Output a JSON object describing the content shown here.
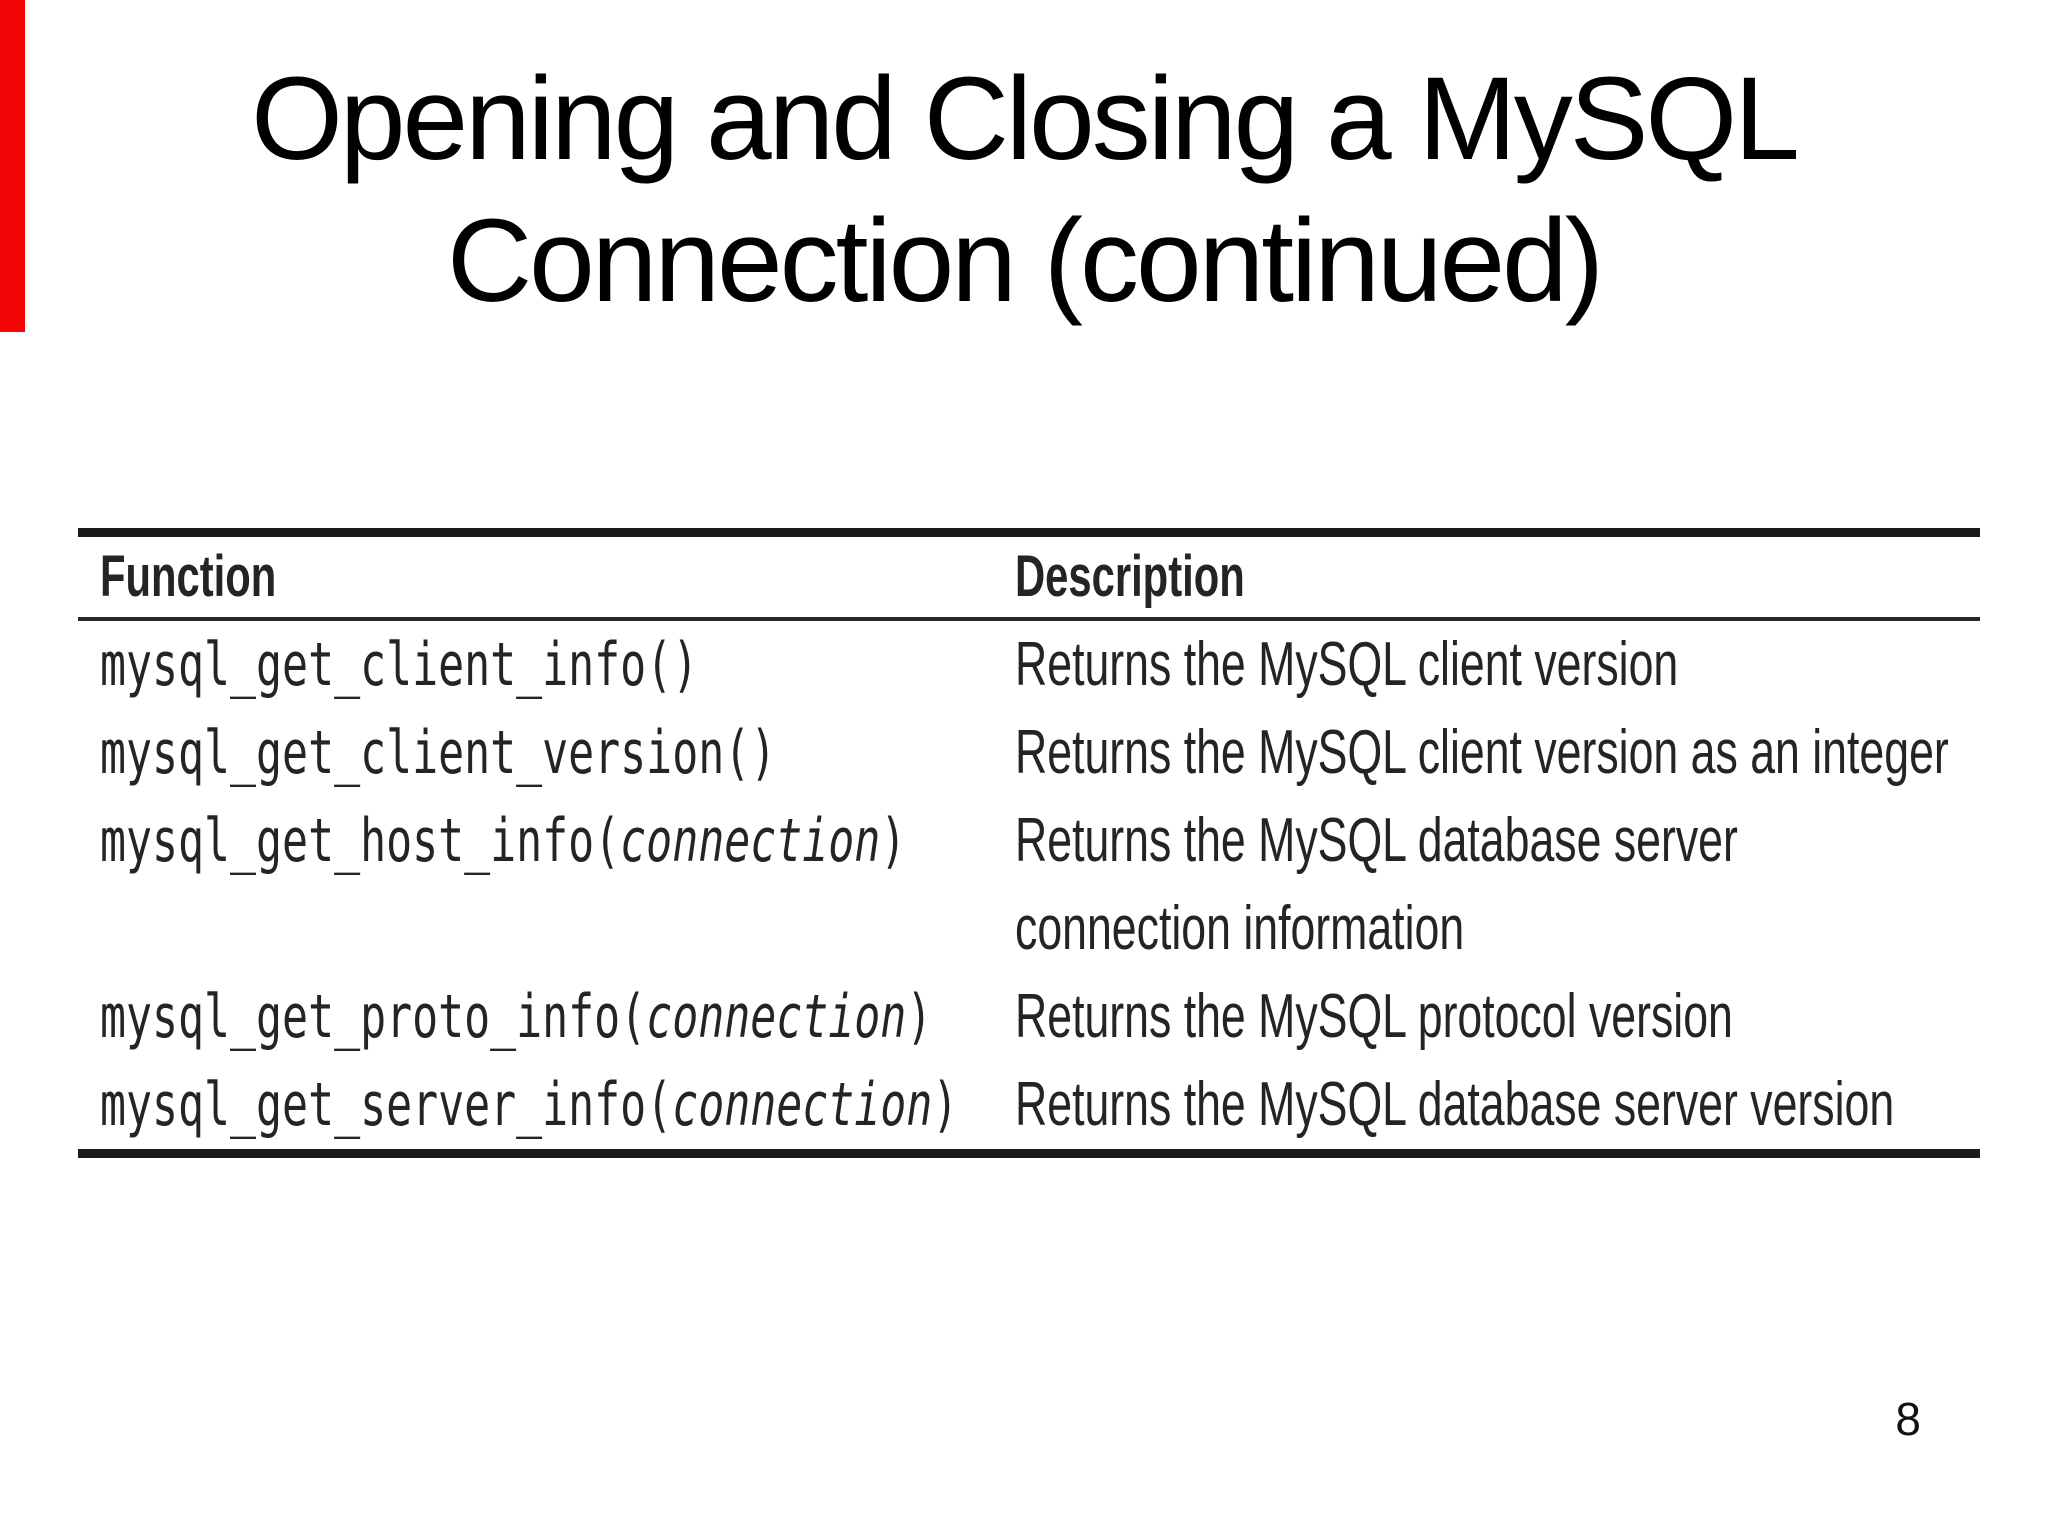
{
  "slide": {
    "title_line1": "Opening and Closing a MySQL",
    "title_line2": "Connection (continued)",
    "page_number": "8"
  },
  "colors": {
    "accent_bar": "#f40505",
    "title_text": "#000000",
    "body_text": "#242424",
    "table_border": "#1b1b1b"
  },
  "table": {
    "headers": {
      "function": "Function",
      "description": "Description"
    },
    "rows": [
      {
        "func_pre": "mysql_get_client_info()",
        "func_param": "",
        "func_post": "",
        "description": "Returns the MySQL client version"
      },
      {
        "func_pre": "mysql_get_client_version()",
        "func_param": "",
        "func_post": "",
        "description": "Returns the MySQL client version as an integer"
      },
      {
        "func_pre": "mysql_get_host_info(",
        "func_param": "connection",
        "func_post": ")",
        "description": "Returns the MySQL database server\nconnection information"
      },
      {
        "func_pre": "mysql_get_proto_info(",
        "func_param": "connection",
        "func_post": ")",
        "description": "Returns the MySQL protocol version"
      },
      {
        "func_pre": "mysql_get_server_info(",
        "func_param": "connection",
        "func_post": ")",
        "description": "Returns the MySQL database server version"
      }
    ]
  }
}
